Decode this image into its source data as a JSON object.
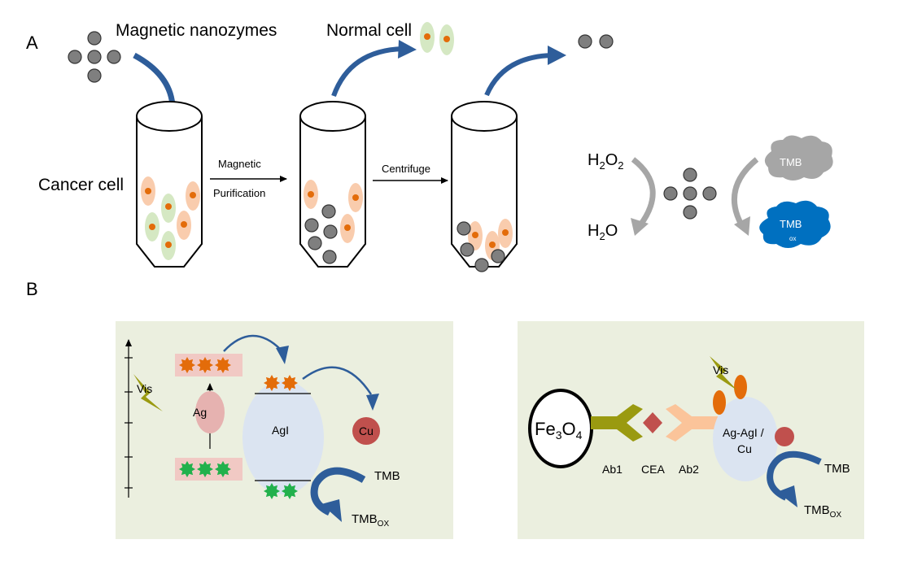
{
  "panel_a": {
    "label": "A",
    "magnetic_nanozymes": "Magnetic nanozymes",
    "normal_cell": "Normal cell",
    "cancer_cell": "Cancer cell",
    "step1_line1": "Magnetic",
    "step1_line2": "Purification",
    "step2": "Centrifuge",
    "h2o2_main": "H",
    "h2o2_sub1": "2",
    "h2o2_mid": "O",
    "h2o2_sub2": "2",
    "h2o": "H",
    "h2o_sub": "2",
    "h2o_end": "O",
    "tmb": "TMB",
    "tmb_ox_main": "TMB",
    "tmb_ox_sub": "ox"
  },
  "panel_b": {
    "label": "B",
    "left": {
      "vis": "Vis",
      "ag": "Ag",
      "agi": "AgI",
      "cu": "Cu",
      "tmb": "TMB",
      "tmb_ox_main": "TMB",
      "tmb_ox_sub": "OX"
    },
    "right": {
      "fe_main": "Fe",
      "fe_sub1": "3",
      "fe_mid": "O",
      "fe_sub2": "4",
      "ab1": "Ab1",
      "cea": "CEA",
      "ab2": "Ab2",
      "vis": "Vis",
      "composite_line1": "Ag-AgI /",
      "composite_line2": "Cu",
      "tmb": "TMB",
      "tmb_ox_main": "TMB",
      "tmb_ox_sub": "OX"
    }
  },
  "colors": {
    "panel_bg": "#ebefdf",
    "nanozyme": "#7f7f7f",
    "cancer_cell": "#f9ccad",
    "normal_cell": "#d5e8c3",
    "nucleus": "#e36c0a",
    "arrow_blue": "#2e5d9a",
    "tmb_gray": "#a6a6a6",
    "tmb_ox_blue": "#0070c0",
    "ag_pink": "#e6b2b0",
    "agi_blue": "#dbe4f1",
    "cu_red": "#c0504d",
    "star_orange": "#e36c0a",
    "star_green": "#22b14c",
    "antibody_olive": "#9a9a10",
    "antibody_peach": "#fbc49a",
    "cea_red": "#c0504d"
  }
}
